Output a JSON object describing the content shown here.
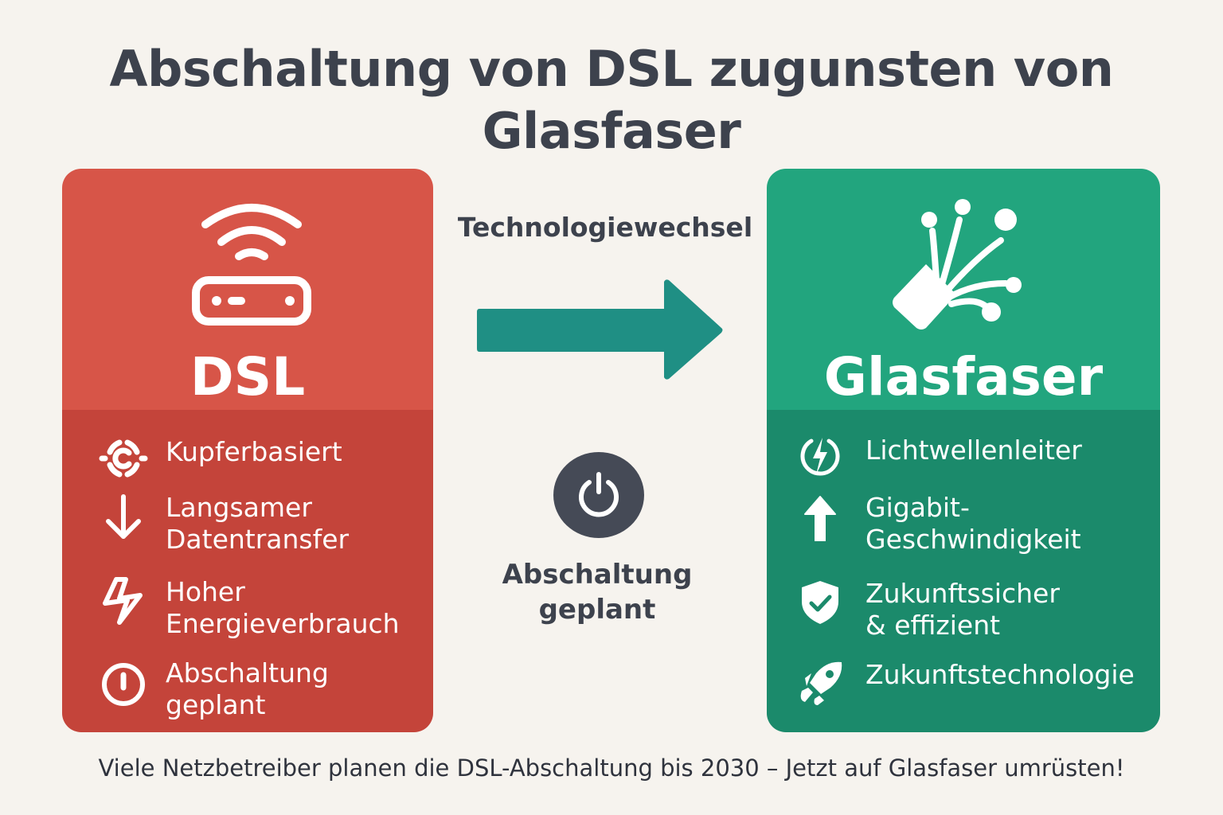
{
  "title": "Abschaltung von DSL zugunsten von Glasfaser",
  "colors": {
    "background": "#f6f3ee",
    "dsl_top": "#d75548",
    "dsl_bottom": "#c4443a",
    "glas_top": "#22a57e",
    "glas_bottom": "#1b8a6b",
    "arrow": "#1f8f84",
    "text_dark": "#3d424d",
    "power_button": "#454a56"
  },
  "dsl": {
    "icon": "router-wifi-icon",
    "heading": "DSL",
    "features": [
      {
        "icon": "copper-icon",
        "text": "Kupferbasiert"
      },
      {
        "icon": "arrow-down-icon",
        "text": "Langsamer\nDatentransfer"
      },
      {
        "icon": "lightning-icon",
        "text": "Hoher\nEnergieverbrauch"
      },
      {
        "icon": "power-off-icon",
        "text": "Abschaltung\ngeplant"
      }
    ]
  },
  "middle": {
    "label": "Technologiewechsel",
    "arrow_icon": "arrow-right-icon",
    "power_icon": "power-icon",
    "status": "Abschaltung\ngeplant"
  },
  "glasfaser": {
    "icon": "fiber-optic-cable-icon",
    "heading": "Glasfaser",
    "features": [
      {
        "icon": "lightning-circle-icon",
        "text": "Lichtwellenleiter"
      },
      {
        "icon": "arrow-up-icon",
        "text": "Gigabit-\nGeschwindigkeit"
      },
      {
        "icon": "shield-check-icon",
        "text": "Zukunftssicher\n& effizient"
      },
      {
        "icon": "rocket-icon",
        "text": "Zukunftstechnologie"
      }
    ]
  },
  "footer": "Viele Netzbetreiber planen die DSL-Abschaltung bis 2030 – Jetzt auf Glasfaser umrüsten!"
}
